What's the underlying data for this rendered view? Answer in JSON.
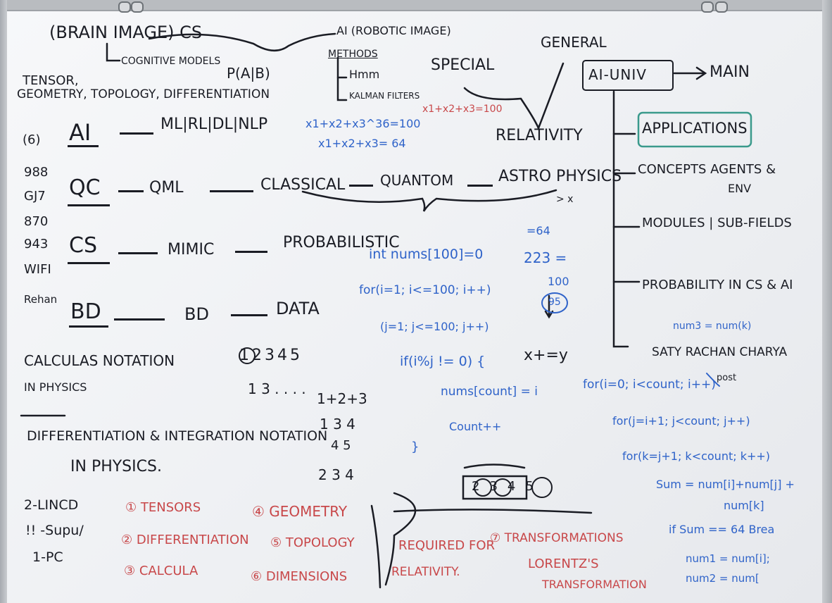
{
  "board": {
    "cs_brain": "(BRAIN IMAGE) CS",
    "cognitive_models": "COGNITIVE MODELS",
    "pab": "P(A|B)",
    "ai_robotic": "AI (ROBOTIC IMAGE)",
    "methods": "METHODS",
    "hmm": "Hmm",
    "kalman": "KALMAN FILTERS",
    "tensor": "TENSOR,",
    "geometry_line": "GEOMETRY, TOPOLOGY, DIFFERENTIATION",
    "six": "(6)",
    "ai_main": "AI",
    "ml_row": "ML|RL|DL|NLP",
    "qc": "QC",
    "qml": "QML",
    "classical": "CLASSICAL",
    "quantum": "QUANTOM",
    "astro": "ASTRO PHYSICS",
    "cs_main": "CS",
    "mimic": "MIMIC",
    "probabilistic": "PROBABILISTIC",
    "bd": "BD",
    "bd2": "BD",
    "data": "DATA",
    "calculus_notation": "CALCULAS NOTATION",
    "in_physics": "IN PHYSICS",
    "diff_int": "DIFFERENTIATION & INTEGRATION NOTATION",
    "in_physics2": "IN PHYSICS.",
    "numbers_12345": "12345",
    "num_13": "1 3 . . . .",
    "num_123": "1+2+3",
    "num_134": "1 3 4",
    "num_45": "4 5",
    "num_234": "2 3 4",
    "side_988": "988",
    "side_937": "GJ7",
    "side_870": "870",
    "side_943": "943",
    "side_wifi": "WIFI",
    "side_rehan": "Rehan",
    "side_list": "2-LINCD",
    "side_list2": "!! -Supu/",
    "side_list3": "1-PC",
    "special": "SPECIAL",
    "general": "GENERAL",
    "relativity": "RELATIVITY",
    "eq_blue1": "x1+x2+x3^36=100",
    "eq_blue2": "x1+x2+x3= 64",
    "eq_red": "x1+x2+x3=100",
    "gt_x": "> x",
    "eq_64": "=64",
    "n223": "223 =",
    "n100": "100",
    "n95": "95",
    "xy": "x+=y",
    "code1": "int nums[100]=0",
    "code2": "for(i=1; i<=100; i++)",
    "code3": "(j=1; j<=100; j++)",
    "code4": "if(i%j != 0) {",
    "code5": "nums[count] = i",
    "code6": "Count++",
    "code7": "}",
    "ai_univ": "AI-UNIV",
    "main": "MAIN",
    "applications": "APPLICATIONS",
    "concepts": "CONCEPTS AGENTS &",
    "env": "ENV",
    "modules": "MODULES | SUB-FIELDS",
    "probability": "PROBABILITY IN CS & AI",
    "num3": "num3 = num(k)",
    "satya": "SATY RACHAN CHARYA",
    "post": "post",
    "for1": "for(i=0; i<count; i++)",
    "for2": "for(j=i+1; j<count; j++)",
    "for3": "for(k=j+1; k<count; k++)",
    "sum": "Sum = num[i]+num[j] +",
    "numk": "num[k]",
    "ifsum": "if Sum == 64  Brea",
    "num1": "num1 = num[i];",
    "num2": "num2 = num[",
    "r1": "① TENSORS",
    "r2": "② DIFFERENTIATION",
    "r3": "③ CALCULA",
    "r4": "④ GEOMETRY",
    "r5": "⑤ TOPOLOGY",
    "r6": "⑥ DIMENSIONS",
    "r7": "⑦ TRANSFORMATIONS",
    "required": "REQUIRED FOR",
    "relativity2": "RELATIVITY.",
    "lorentz": "LORENTZ'S",
    "transformation": "TRANSFORMATION",
    "boxes": "2345"
  }
}
